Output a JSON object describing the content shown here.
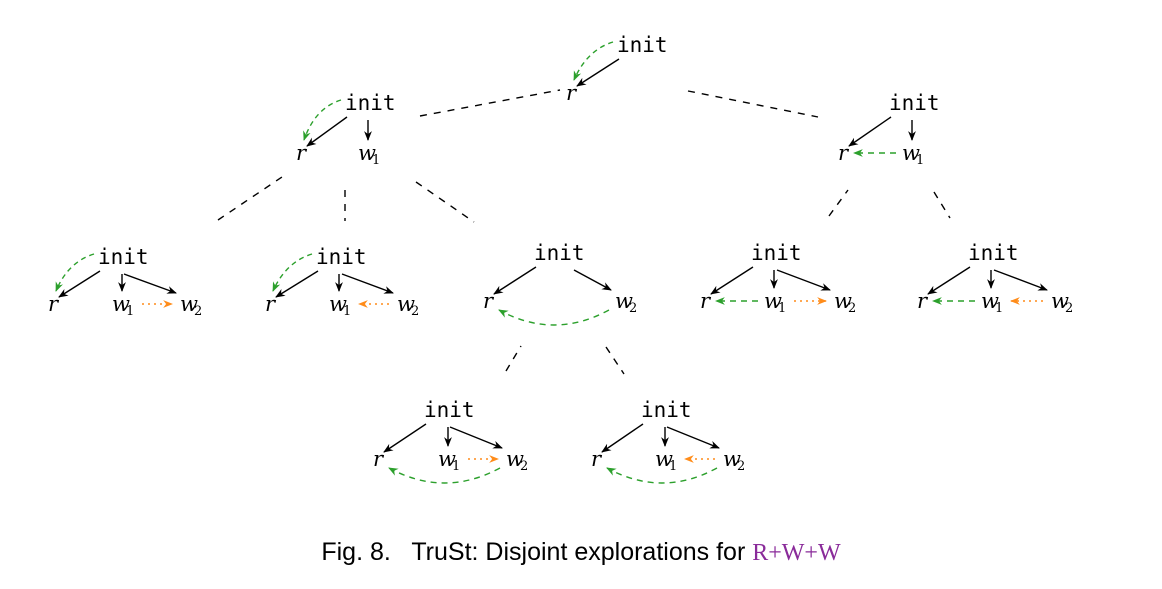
{
  "caption": {
    "label": "Fig. 8.",
    "text": "TruSt: Disjoint explorations for",
    "test_name": "R+W+W"
  },
  "colors": {
    "po": "#000000",
    "rf": "#2ca02c",
    "co": "#ff8c1a",
    "tree": "#000000",
    "test_name": "#8a2b9a"
  },
  "labels": {
    "init": "init",
    "r": "r",
    "w": "w",
    "sub1": "1",
    "sub2": "2"
  },
  "graphs": [
    {
      "id": "g-root",
      "events": [
        "r"
      ],
      "rf": [
        "init→r"
      ],
      "co": []
    },
    {
      "id": "g-l1-left",
      "events": [
        "r",
        "w1"
      ],
      "rf": [
        "init→r"
      ],
      "co": []
    },
    {
      "id": "g-l1-right",
      "events": [
        "r",
        "w1"
      ],
      "rf": [
        "w1→r"
      ],
      "co": []
    },
    {
      "id": "g-l2-a",
      "events": [
        "r",
        "w1",
        "w2"
      ],
      "rf": [
        "init→r"
      ],
      "co": [
        "w1→w2"
      ]
    },
    {
      "id": "g-l2-b",
      "events": [
        "r",
        "w1",
        "w2"
      ],
      "rf": [
        "init→r"
      ],
      "co": [
        "w2→w1"
      ]
    },
    {
      "id": "g-l2-c",
      "events": [
        "r",
        "w2"
      ],
      "rf": [
        "w2→r"
      ],
      "co": []
    },
    {
      "id": "g-l2-d",
      "events": [
        "r",
        "w1",
        "w2"
      ],
      "rf": [
        "w1→r"
      ],
      "co": [
        "w1→w2"
      ]
    },
    {
      "id": "g-l2-e",
      "events": [
        "r",
        "w1",
        "w2"
      ],
      "rf": [
        "w1→r"
      ],
      "co": [
        "w2→w1"
      ]
    },
    {
      "id": "g-l3-a",
      "events": [
        "r",
        "w1",
        "w2"
      ],
      "rf": [
        "w2→r"
      ],
      "co": [
        "w1→w2"
      ]
    },
    {
      "id": "g-l3-b",
      "events": [
        "r",
        "w1",
        "w2"
      ],
      "rf": [
        "w2→r"
      ],
      "co": [
        "w2→w1"
      ]
    }
  ]
}
